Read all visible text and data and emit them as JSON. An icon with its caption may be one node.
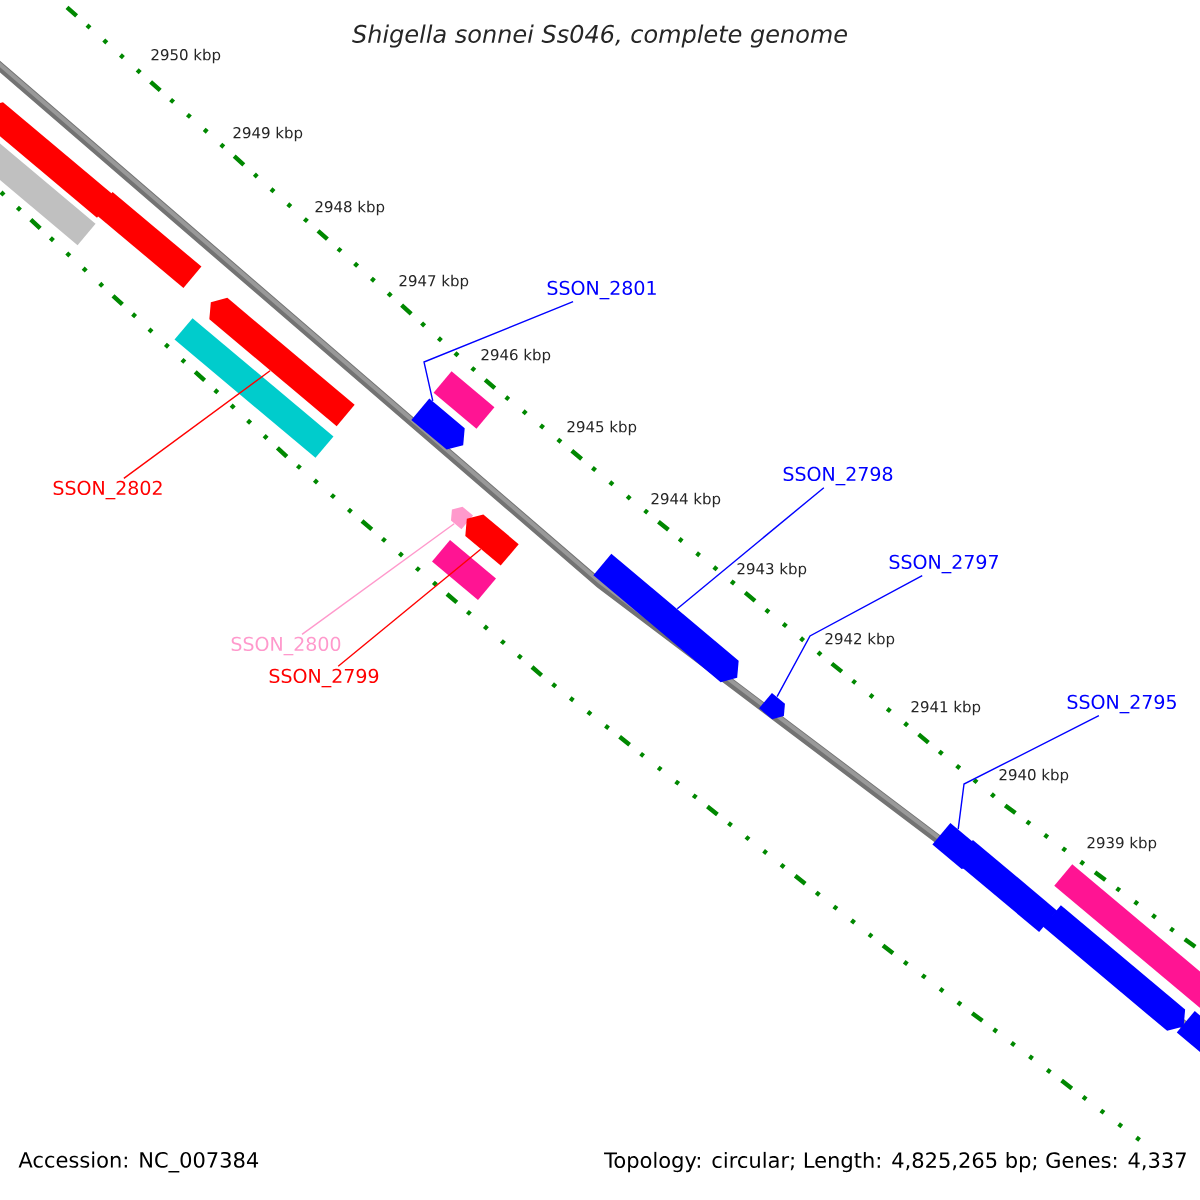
{
  "diagram": {
    "title": "Shigella sonnei Ss046, complete genome",
    "nodes": [
      {
        "text": [
          "SSON_2801"
        ]
      },
      {
        "text": [
          "SSON_2798"
        ]
      },
      {
        "text": [
          "SSON_2802"
        ]
      },
      {
        "text": [
          "SSON_2797"
        ]
      },
      {
        "text": [
          "SSON_2800"
        ]
      },
      {
        "text": [
          "SSON_2799"
        ]
      },
      {
        "text": [
          "SSON_2795"
        ]
      },
      {
        "text": [],
        "shape": "bar"
      },
      {
        "text": [],
        "shape": "bar"
      },
      {
        "text": [],
        "shape": "bar"
      },
      {
        "text": [],
        "shape": "bar"
      },
      {
        "text": [],
        "shape": "bar"
      },
      {
        "text": [],
        "shape": "bar"
      },
      {
        "text": [],
        "shape": "bar"
      },
      {
        "text": [],
        "shape": "bar"
      },
      {
        "text": [],
        "shape": "bar"
      },
      {
        "text": [],
        "shape": "bar"
      },
      {
        "text": [],
        "shape": "bar"
      },
      {
        "text": [],
        "shape": "bar"
      },
      {
        "text": [],
        "shape": "bar"
      },
      {
        "text": [],
        "shape": "bar"
      },
      {
        "text": [],
        "shape": "bar"
      },
      {
        "text": [],
        "shape": "bar"
      },
      {
        "text": [],
        "shape": "bar"
      }
    ],
    "edges": [
      {
        "from": 0,
        "to": 12,
        "arrow": "none"
      },
      {
        "from": 1,
        "to": 17,
        "arrow": "none"
      },
      {
        "from": 2,
        "to": 11,
        "arrow": "none",
        "color": "#ff0000"
      },
      {
        "from": 3,
        "to": 18,
        "arrow": "none"
      },
      {
        "from": 4,
        "to": 13,
        "arrow": "none",
        "color": "#ff99cc"
      },
      {
        "from": 5,
        "to": 16,
        "arrow": "none",
        "color": "#ff0000"
      },
      {
        "from": 6,
        "to": 19,
        "arrow": "none"
      }
    ],
    "labels": [
      "2950 kbp",
      "2949 kbp",
      "2948 kbp",
      "2947 kbp",
      "2946 kbp",
      "2945 kbp",
      "2944 kbp",
      "2943 kbp",
      "2942 kbp",
      "2941 kbp",
      "2940 kbp",
      "2939 kbp",
      "Accession: NC_007384",
      "Topology: circular; Length: 4,825,265 bp; Genes: 4,337"
    ]
  }
}
